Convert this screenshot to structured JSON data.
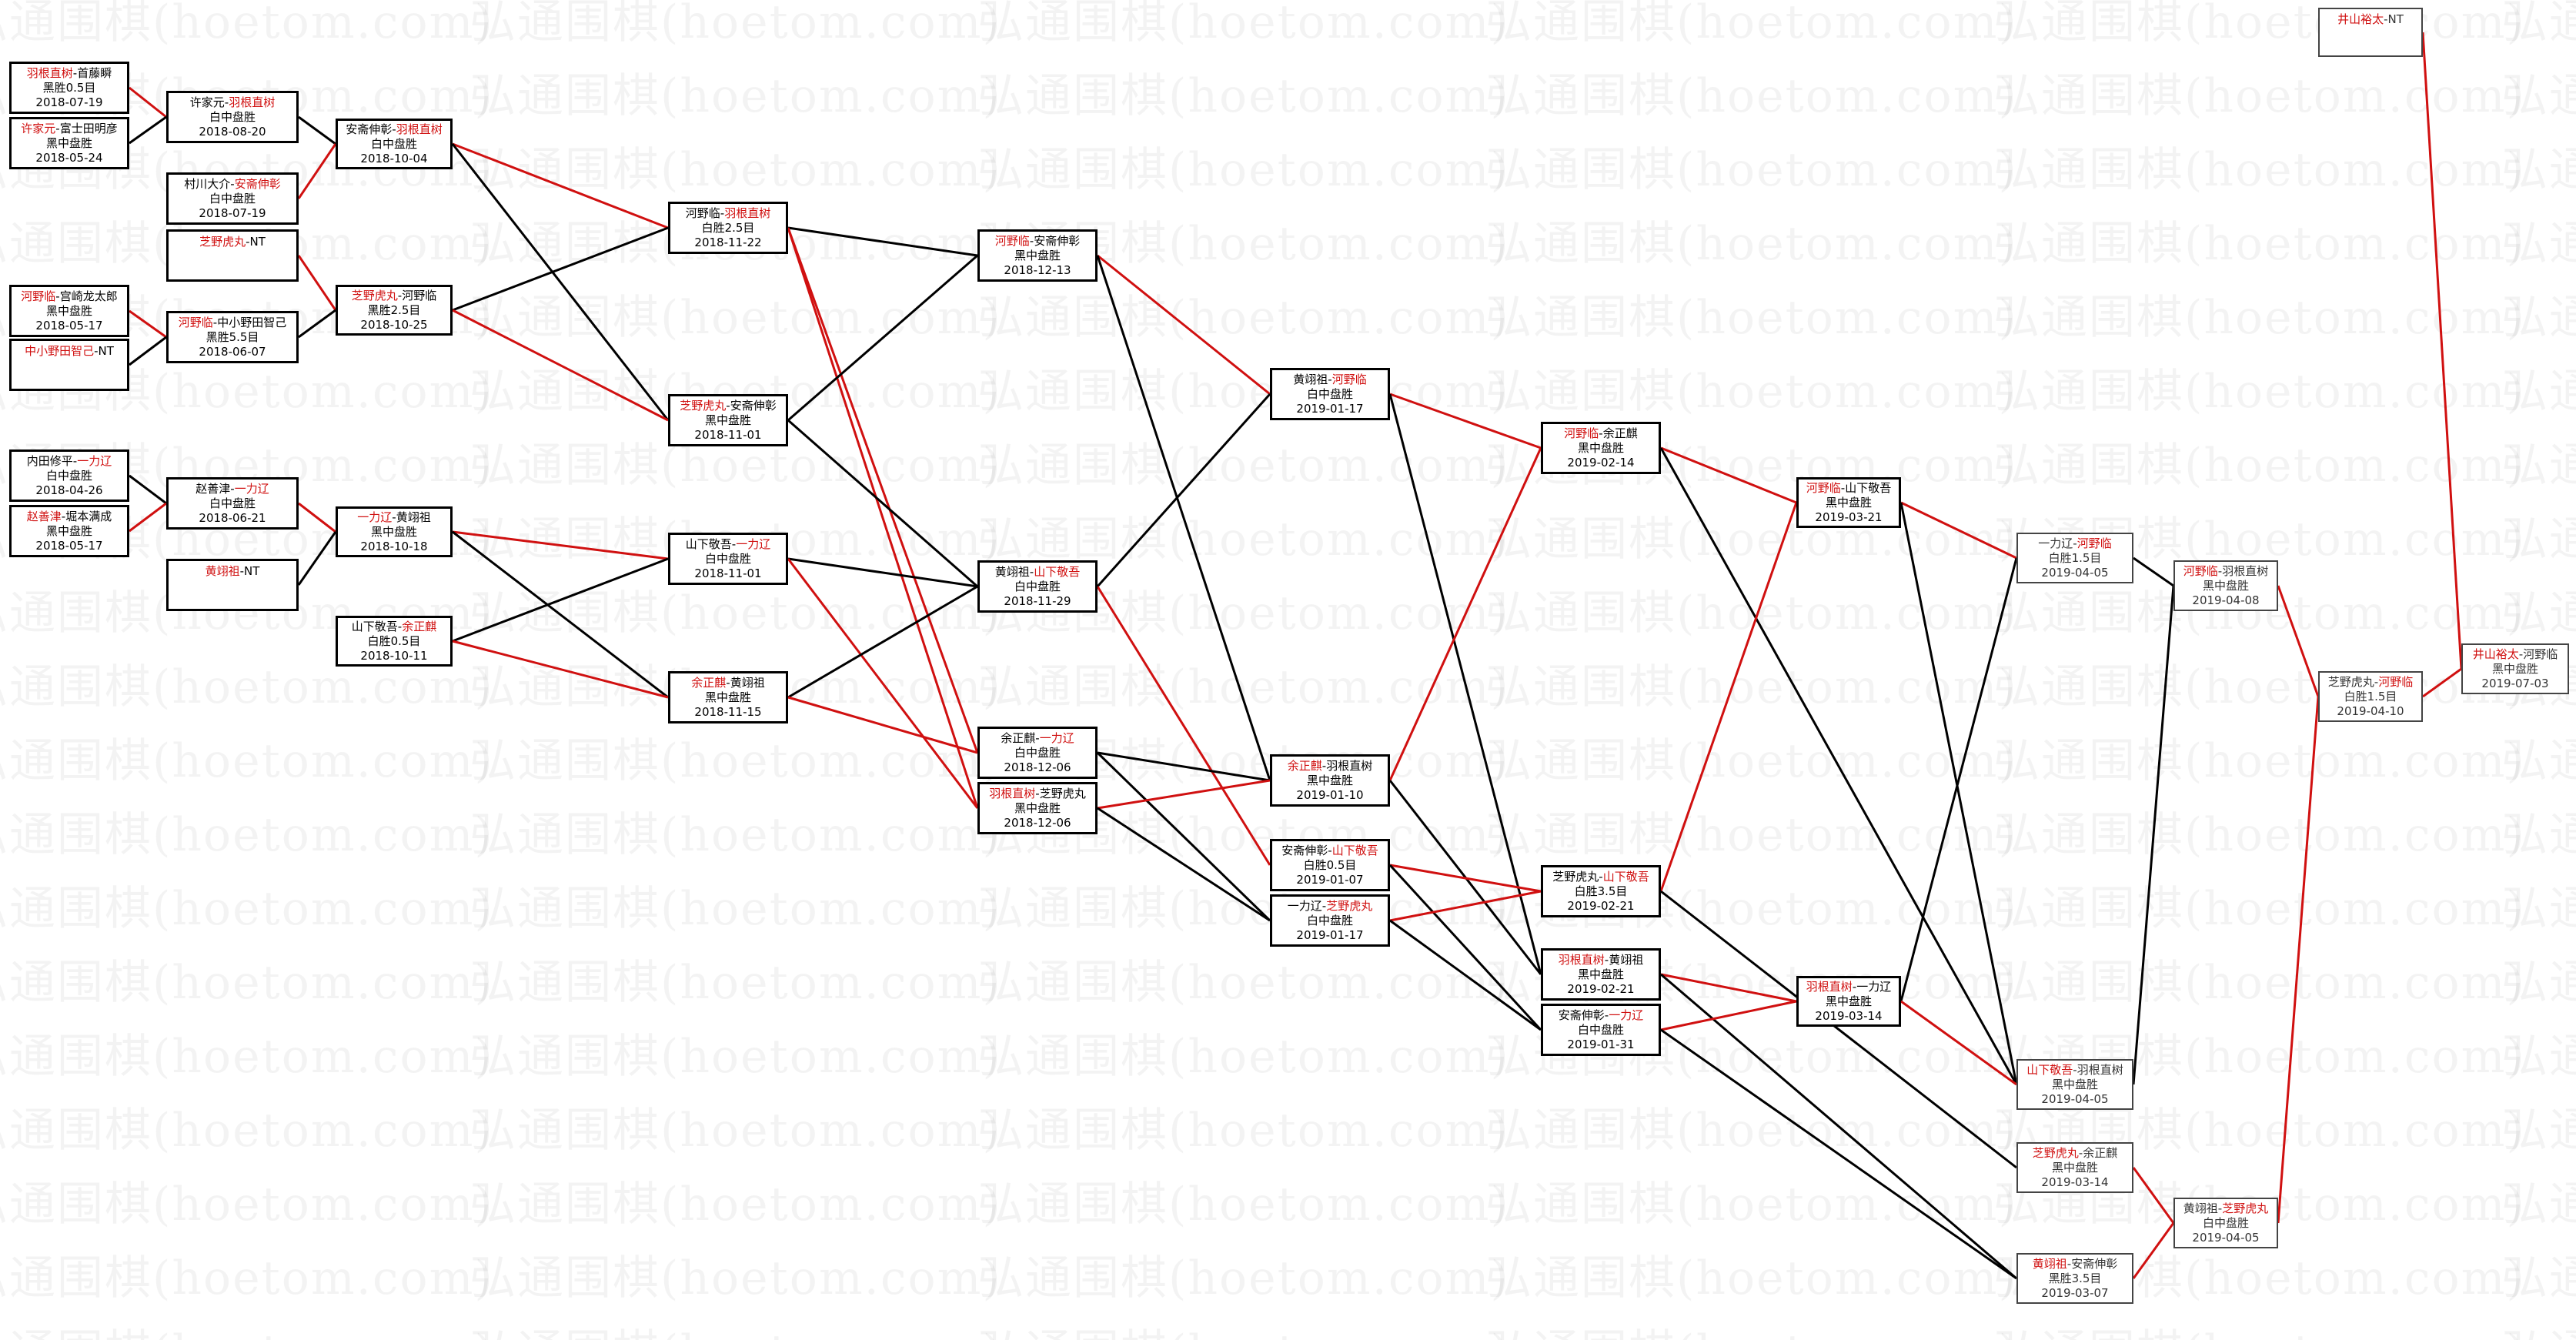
{
  "watermark": "弘通围棋(hoetom.com)",
  "colors": {
    "winner": "#d01010",
    "line_black": "#000000",
    "line_red": "#d01010"
  },
  "nodes": [
    {
      "id": "r1a",
      "p1": "羽根直树",
      "sep": "-",
      "p2": "首藤瞬",
      "win": 1,
      "result": "黑胜0.5目",
      "date": "2018-07-19"
    },
    {
      "id": "r1b",
      "p1": "许家元",
      "sep": "-",
      "p2": "富士田明彦",
      "win": 1,
      "result": "黑中盘胜",
      "date": "2018-05-24"
    },
    {
      "id": "r1c",
      "p1": "河野临",
      "sep": "-",
      "p2": "宫崎龙太郎",
      "win": 1,
      "result": "黑中盘胜",
      "date": "2018-05-17"
    },
    {
      "id": "r1d",
      "p1": "中小野田智己",
      "sep": "-",
      "p2": "NT",
      "win": 1,
      "result": "",
      "date": ""
    },
    {
      "id": "r1e",
      "p1": "内田修平",
      "sep": "-",
      "p2": "一力辽",
      "win": 2,
      "result": "白中盘胜",
      "date": "2018-04-26"
    },
    {
      "id": "r1f",
      "p1": "赵善津",
      "sep": "-",
      "p2": "堀本满成",
      "win": 1,
      "result": "黑中盘胜",
      "date": "2018-05-17"
    },
    {
      "id": "r2a",
      "p1": "许家元",
      "sep": "-",
      "p2": "羽根直树",
      "win": 2,
      "result": "白中盘胜",
      "date": "2018-08-20"
    },
    {
      "id": "r2b",
      "p1": "村川大介",
      "sep": "-",
      "p2": "安斋伸彰",
      "win": 2,
      "result": "白中盘胜",
      "date": "2018-07-19"
    },
    {
      "id": "r2c",
      "p1": "芝野虎丸",
      "sep": "-",
      "p2": "NT",
      "win": 1,
      "result": "",
      "date": ""
    },
    {
      "id": "r2d",
      "p1": "河野临",
      "sep": "-",
      "p2": "中小野田智己",
      "win": 1,
      "result": "黑胜5.5目",
      "date": "2018-06-07"
    },
    {
      "id": "r2e",
      "p1": "赵善津",
      "sep": "-",
      "p2": "一力辽",
      "win": 2,
      "result": "白中盘胜",
      "date": "2018-06-21"
    },
    {
      "id": "r2f",
      "p1": "黄翊祖",
      "sep": "-",
      "p2": "NT",
      "win": 1,
      "result": "",
      "date": ""
    },
    {
      "id": "r3a",
      "p1": "安斋伸彰",
      "sep": "-",
      "p2": "羽根直树",
      "win": 2,
      "result": "白中盘胜",
      "date": "2018-10-04"
    },
    {
      "id": "r3b",
      "p1": "芝野虎丸",
      "sep": "-",
      "p2": "河野临",
      "win": 1,
      "result": "黑胜2.5目",
      "date": "2018-10-25"
    },
    {
      "id": "r3c",
      "p1": "一力辽",
      "sep": "-",
      "p2": "黄翊祖",
      "win": 1,
      "result": "黑中盘胜",
      "date": "2018-10-18"
    },
    {
      "id": "r3d",
      "p1": "山下敬吾",
      "sep": "-",
      "p2": "余正麒",
      "win": 2,
      "result": "白胜0.5目",
      "date": "2018-10-11"
    },
    {
      "id": "r4a",
      "p1": "河野临",
      "sep": "-",
      "p2": "羽根直树",
      "win": 2,
      "result": "白胜2.5目",
      "date": "2018-11-22"
    },
    {
      "id": "r4b",
      "p1": "芝野虎丸",
      "sep": "-",
      "p2": "安斋伸彰",
      "win": 1,
      "result": "黑中盘胜",
      "date": "2018-11-01"
    },
    {
      "id": "r4c",
      "p1": "山下敬吾",
      "sep": "-",
      "p2": "一力辽",
      "win": 2,
      "result": "白中盘胜",
      "date": "2018-11-01"
    },
    {
      "id": "r4d",
      "p1": "余正麒",
      "sep": "-",
      "p2": "黄翊祖",
      "win": 1,
      "result": "黑中盘胜",
      "date": "2018-11-15"
    },
    {
      "id": "r5a",
      "p1": "河野临",
      "sep": "-",
      "p2": "安斋伸彰",
      "win": 1,
      "result": "黑中盘胜",
      "date": "2018-12-13"
    },
    {
      "id": "r5b",
      "p1": "黄翊祖",
      "sep": "-",
      "p2": "山下敬吾",
      "win": 2,
      "result": "白中盘胜",
      "date": "2018-11-29"
    },
    {
      "id": "r5c",
      "p1": "余正麒",
      "sep": "-",
      "p2": "一力辽",
      "win": 2,
      "result": "白中盘胜",
      "date": "2018-12-06"
    },
    {
      "id": "r5d",
      "p1": "羽根直树",
      "sep": "-",
      "p2": "芝野虎丸",
      "win": 1,
      "result": "黑中盘胜",
      "date": "2018-12-06"
    },
    {
      "id": "r6a",
      "p1": "黄翊祖",
      "sep": "-",
      "p2": "河野临",
      "win": 2,
      "result": "白中盘胜",
      "date": "2019-01-17"
    },
    {
      "id": "r6b",
      "p1": "余正麒",
      "sep": "-",
      "p2": "羽根直树",
      "win": 1,
      "result": "黑中盘胜",
      "date": "2019-01-10"
    },
    {
      "id": "r6c",
      "p1": "安斋伸彰",
      "sep": "-",
      "p2": "山下敬吾",
      "win": 2,
      "result": "白胜0.5目",
      "date": "2019-01-07"
    },
    {
      "id": "r6d",
      "p1": "一力辽",
      "sep": "-",
      "p2": "芝野虎丸",
      "win": 2,
      "result": "白中盘胜",
      "date": "2019-01-17"
    },
    {
      "id": "r7a",
      "p1": "河野临",
      "sep": "-",
      "p2": "余正麒",
      "win": 1,
      "result": "黑中盘胜",
      "date": "2019-02-14"
    },
    {
      "id": "r7b",
      "p1": "芝野虎丸",
      "sep": "-",
      "p2": "山下敬吾",
      "win": 2,
      "result": "白胜3.5目",
      "date": "2019-02-21"
    },
    {
      "id": "r7c",
      "p1": "羽根直树",
      "sep": "-",
      "p2": "黄翊祖",
      "win": 1,
      "result": "黑中盘胜",
      "date": "2019-02-21"
    },
    {
      "id": "r7d",
      "p1": "安斋伸彰",
      "sep": "-",
      "p2": "一力辽",
      "win": 2,
      "result": "白中盘胜",
      "date": "2019-01-31"
    },
    {
      "id": "r8a",
      "p1": "河野临",
      "sep": "-",
      "p2": "山下敬吾",
      "win": 1,
      "result": "黑中盘胜",
      "date": "2019-03-21"
    },
    {
      "id": "r8b",
      "p1": "羽根直树",
      "sep": "-",
      "p2": "一力辽",
      "win": 1,
      "result": "黑中盘胜",
      "date": "2019-03-14"
    },
    {
      "id": "r9a",
      "p1": "一力辽",
      "sep": "-",
      "p2": "河野临",
      "win": 2,
      "result": "白胜1.5目",
      "date": "2019-04-05"
    },
    {
      "id": "r9b",
      "p1": "山下敬吾",
      "sep": "-",
      "p2": "羽根直树",
      "win": 1,
      "result": "黑中盘胜",
      "date": "2019-04-05"
    },
    {
      "id": "r9c",
      "p1": "芝野虎丸",
      "sep": "-",
      "p2": "余正麒",
      "win": 1,
      "result": "黑中盘胜",
      "date": "2019-03-14"
    },
    {
      "id": "r9d",
      "p1": "黄翊祖",
      "sep": "-",
      "p2": "安斋伸彰",
      "win": 1,
      "result": "黑胜3.5目",
      "date": "2019-03-07"
    },
    {
      "id": "r10a",
      "p1": "河野临",
      "sep": "-",
      "p2": "羽根直树",
      "win": 1,
      "result": "黑中盘胜",
      "date": "2019-04-08"
    },
    {
      "id": "r10b",
      "p1": "黄翊祖",
      "sep": "-",
      "p2": "芝野虎丸",
      "win": 2,
      "result": "白中盘胜",
      "date": "2019-04-05"
    },
    {
      "id": "r11",
      "p1": "芝野虎丸",
      "sep": "-",
      "p2": "河野临",
      "win": 2,
      "result": "白胜1.5目",
      "date": "2019-04-10"
    },
    {
      "id": "f1",
      "p1": "井山裕太",
      "sep": "-",
      "p2": "NT",
      "win": 1,
      "result": "",
      "date": ""
    },
    {
      "id": "f2",
      "p1": "井山裕太",
      "sep": "-",
      "p2": "河野临",
      "win": 1,
      "result": "黑中盘胜",
      "date": "2019-07-03"
    }
  ]
}
